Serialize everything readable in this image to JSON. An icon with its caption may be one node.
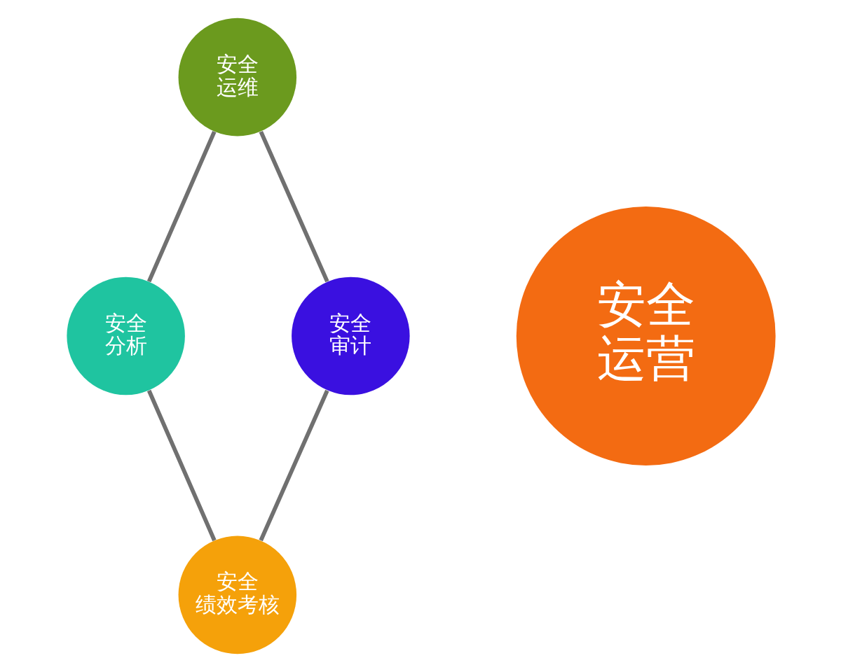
{
  "diagram": {
    "nodes": [
      {
        "text": [
          "安全运维"
        ]
      },
      {
        "text": [
          "安全分析"
        ]
      },
      {
        "text": [
          "安全运营"
        ]
      },
      {
        "text": [
          "安全审计"
        ]
      },
      {
        "text": [
          "安全绩效考核"
        ]
      }
    ],
    "edges": [
      {
        "from": 0,
        "to": 3,
        "arrow": "none"
      },
      {
        "from": 3,
        "to": 4,
        "arrow": "none"
      },
      {
        "from": 4,
        "to": 1,
        "arrow": "none"
      },
      {
        "from": 1,
        "to": 0,
        "arrow": "none"
      }
    ]
  }
}
